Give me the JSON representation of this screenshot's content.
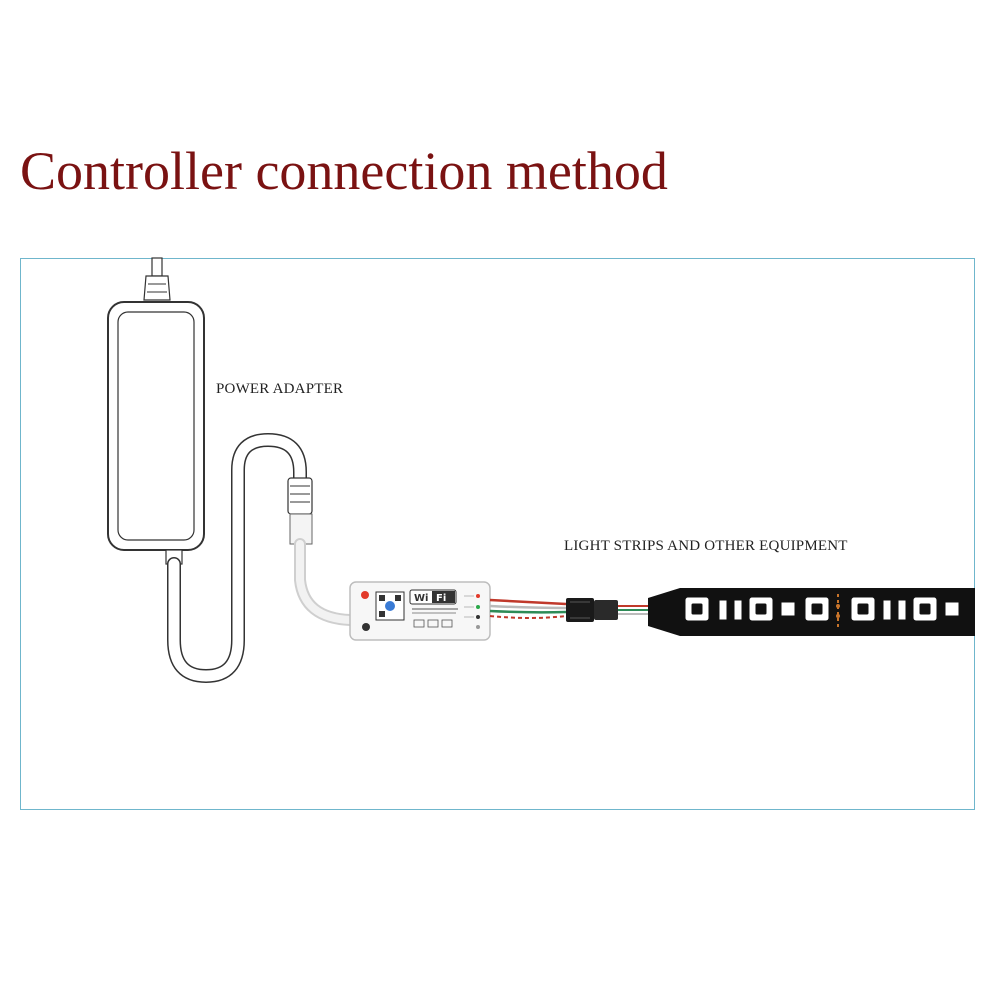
{
  "title": "Controller connection method",
  "labels": {
    "power_adapter": "POWER ADAPTER",
    "light_strips": "LIGHT STRIPS AND OTHER EQUIPMENT"
  },
  "controller": {
    "logo_left": "Wi",
    "logo_right": "Fi"
  },
  "colors": {
    "title": "#7a1212",
    "frame": "#6fb6cc",
    "wire_red": "#c0392b",
    "wire_green": "#2e8b57",
    "led_strip": "#111111"
  }
}
